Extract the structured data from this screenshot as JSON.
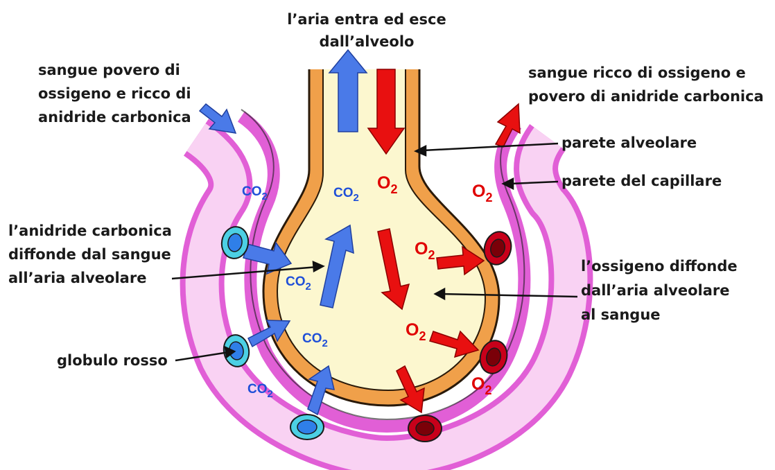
{
  "labels": {
    "air_line1": "l’aria entra ed esce",
    "air_line2": "dall’alveolo",
    "poor_line1": "sangue povero di",
    "poor_line2": "ossigeno e ricco di",
    "poor_line3": "anidride carbonica",
    "rich_line1": "sangue ricco di ossigeno e",
    "rich_line2": "povero di anidride carbonica",
    "alveolar_wall": "parete alveolare",
    "capillary_wall": "parete del capillare",
    "co2_line1": "l’anidride carbonica",
    "co2_line2": "diffonde dal sangue",
    "co2_line3": "all’aria alveolare",
    "o2_line1": "l’ossigeno diffonde",
    "o2_line2": "dall’aria alveolare",
    "o2_line3": "al sangue",
    "red_cell": "globulo rosso"
  },
  "chem": {
    "co2_base": "CO",
    "o2_base": "O",
    "subscript": "2"
  },
  "colors": {
    "capillary_wall": "#e15fd6",
    "capillary_blood": "#f9d2f3",
    "alveolar_wall": "#f0a04a",
    "alveolar_air": "#fcf7cf",
    "co2_arrow": "#4a7ae8",
    "o2_arrow": "#e81010",
    "deoxygenated_cell": "#4cd0e4",
    "oxygenated_cell": "#b80010"
  }
}
